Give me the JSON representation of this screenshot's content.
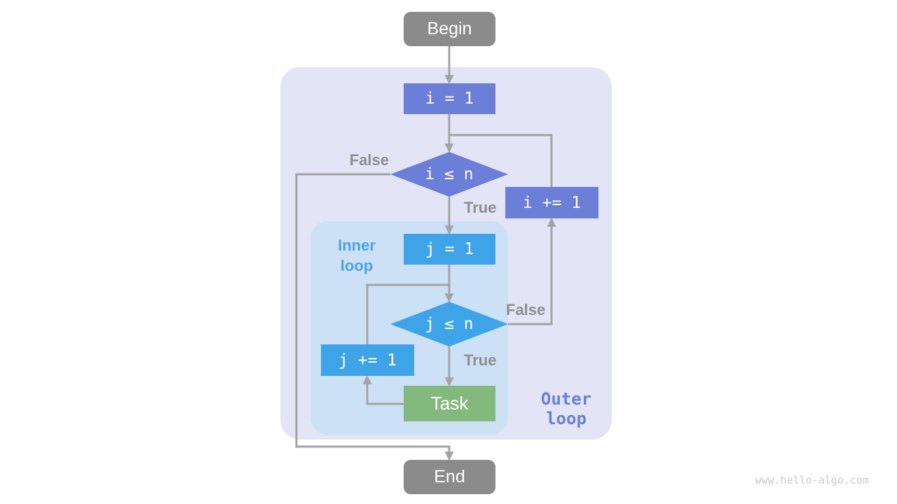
{
  "nodes": {
    "begin": {
      "label": "Begin",
      "type": "terminal"
    },
    "init_i": {
      "label": "i = 1",
      "type": "process"
    },
    "cond_i": {
      "label": "i ≤ n",
      "type": "decision"
    },
    "inc_i": {
      "label": "i += 1",
      "type": "process"
    },
    "init_j": {
      "label": "j = 1",
      "type": "process"
    },
    "cond_j": {
      "label": "j ≤ n",
      "type": "decision"
    },
    "inc_j": {
      "label": "j += 1",
      "type": "process"
    },
    "task": {
      "label": "Task",
      "type": "process"
    },
    "end": {
      "label": "End",
      "type": "terminal"
    }
  },
  "edge_labels": {
    "outer_false": "False",
    "outer_true": "True",
    "inner_false": "False",
    "inner_true": "True"
  },
  "containers": {
    "outer": {
      "label": "Outer loop"
    },
    "inner": {
      "label": "Inner loop"
    }
  },
  "watermark": {
    "text": "www.hello-algo.com"
  },
  "colors": {
    "node-gray": "#8b8b8b",
    "outer-purple": "#6b7ed8",
    "inner-blue": "#3fa3e8",
    "task-green": "#83b97c",
    "outer-bg": "#e3e5f7",
    "inner-bg": "#cce1f6",
    "line-gray": "#a3a3a3",
    "edge-label-gray": "#8e8e8e",
    "inner-label-blue": "#49a3e8",
    "outer-label-purple": "#6b7fd7",
    "watermark-gray": "#c9c9c9"
  }
}
